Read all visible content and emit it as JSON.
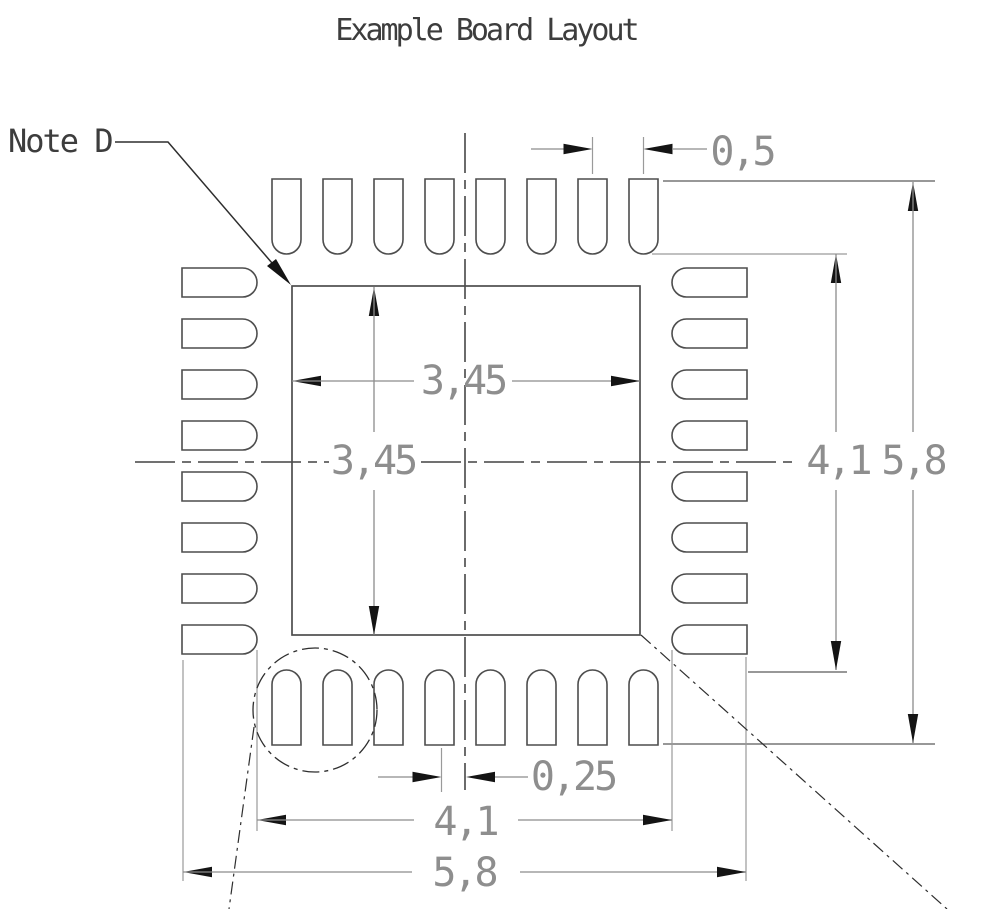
{
  "title": "Example Board Layout",
  "note_label": "Note D",
  "dimensions": {
    "pad_pitch": "0,5",
    "center_pad_width": "3,45",
    "center_pad_height": "3,45",
    "inner_span_vertical": "4,1",
    "outer_span_vertical": "5,8",
    "pad_center_offset": "0,25",
    "inner_span_horizontal": "4,1",
    "outer_span_horizontal": "5,8"
  }
}
